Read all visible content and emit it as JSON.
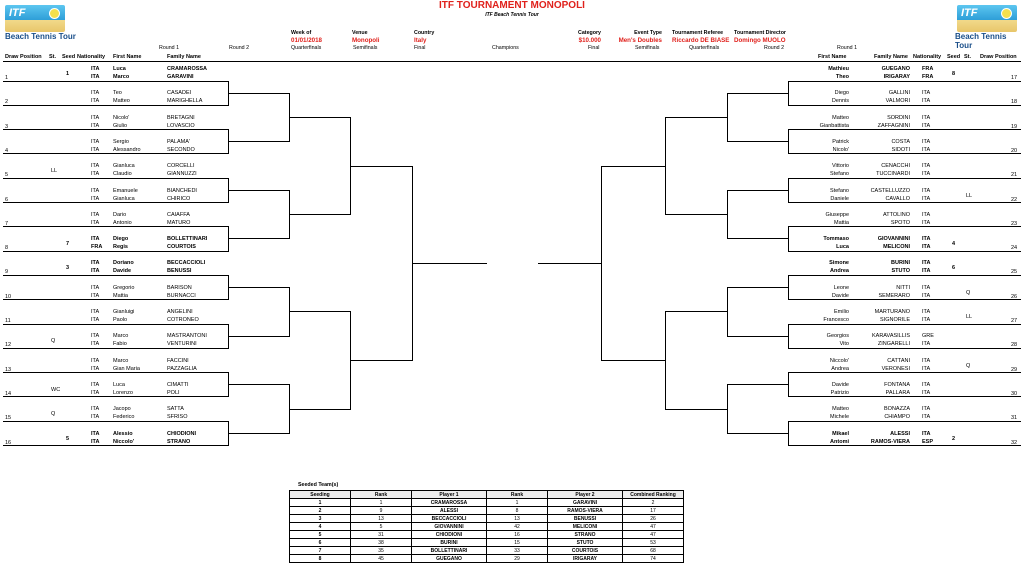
{
  "header": {
    "title": "ITF TOURNAMENT MONOPOLI",
    "subtitle": "ITF Beach Tennis Tour",
    "logo_text": "Beach Tennis Tour",
    "fields": [
      {
        "label": "Week of",
        "value": "01/01/2018"
      },
      {
        "label": "Venue",
        "value": "Monopoli"
      },
      {
        "label": "Country",
        "value": "Italy"
      },
      {
        "label": "Category",
        "value": "$10.000"
      },
      {
        "label": "Event Type",
        "value": "Men's Doubles"
      },
      {
        "label": "Tournament Referee",
        "value": "Riccardo DE BIASE"
      },
      {
        "label": "Tournament Director",
        "value": "Domingo MUOLO"
      }
    ],
    "rounds_left": [
      "Round 1",
      "Round 2",
      "Quarterfinals",
      "Semifinals",
      "Final",
      "Champions"
    ],
    "rounds_right": [
      "Final",
      "Semifinals",
      "Quarterfinals",
      "Round 2",
      "Round 1"
    ],
    "col_left": [
      "Draw Position",
      "St.",
      "Seed",
      "Nationality",
      "First Name",
      "Family Name"
    ],
    "col_right": [
      "First Name",
      "Family Name",
      "Nationality",
      "Seed",
      "St.",
      "Draw Position"
    ]
  },
  "left_draw": [
    {
      "pos": "1",
      "st": "",
      "seed": "1",
      "p": [
        [
          "ITA",
          "Luca",
          "CRAMAROSSA"
        ],
        [
          "ITA",
          "Marco",
          "GARAVINI"
        ]
      ],
      "bold": true
    },
    {
      "pos": "2",
      "st": "",
      "seed": "",
      "p": [
        [
          "ITA",
          "Teo",
          "CASADEI"
        ],
        [
          "ITA",
          "Matteo",
          "MARIGHELLA"
        ]
      ]
    },
    {
      "pos": "3",
      "st": "",
      "seed": "",
      "p": [
        [
          "ITA",
          "Nicolo'",
          "BRETAGNI"
        ],
        [
          "ITA",
          "Giulio",
          "LOVASCIO"
        ]
      ]
    },
    {
      "pos": "4",
      "st": "",
      "seed": "",
      "p": [
        [
          "ITA",
          "Sergio",
          "PALAMA'"
        ],
        [
          "ITA",
          "Alessandro",
          "SECONDO"
        ]
      ]
    },
    {
      "pos": "5",
      "st": "LL",
      "seed": "",
      "p": [
        [
          "ITA",
          "Gianluca",
          "CORCELLI"
        ],
        [
          "ITA",
          "Claudio",
          "GIANNUZZI"
        ]
      ]
    },
    {
      "pos": "6",
      "st": "",
      "seed": "",
      "p": [
        [
          "ITA",
          "Emanuele",
          "BIANCHEDI"
        ],
        [
          "ITA",
          "Gianluca",
          "CHIRICO"
        ]
      ]
    },
    {
      "pos": "7",
      "st": "",
      "seed": "",
      "p": [
        [
          "ITA",
          "Dario",
          "CAIAFFA"
        ],
        [
          "ITA",
          "Antonio",
          "MATURO"
        ]
      ]
    },
    {
      "pos": "8",
      "st": "",
      "seed": "7",
      "p": [
        [
          "ITA",
          "Diego",
          "BOLLETTINARI"
        ],
        [
          "FRA",
          "Regis",
          "COURTOIS"
        ]
      ],
      "bold": true
    },
    {
      "pos": "9",
      "st": "",
      "seed": "3",
      "p": [
        [
          "ITA",
          "Doriano",
          "BECCACCIOLI"
        ],
        [
          "ITA",
          "Davide",
          "BENUSSI"
        ]
      ],
      "bold": true
    },
    {
      "pos": "10",
      "st": "",
      "seed": "",
      "p": [
        [
          "ITA",
          "Gregorio",
          "BARISON"
        ],
        [
          "ITA",
          "Mattia",
          "BURNACCI"
        ]
      ]
    },
    {
      "pos": "11",
      "st": "",
      "seed": "",
      "p": [
        [
          "ITA",
          "Gianluigi",
          "ANGELINI"
        ],
        [
          "ITA",
          "Paolo",
          "COTRONEO"
        ]
      ]
    },
    {
      "pos": "12",
      "st": "Q",
      "seed": "",
      "p": [
        [
          "ITA",
          "Marco",
          "MASTRANTONI"
        ],
        [
          "ITA",
          "Fabio",
          "VENTURINI"
        ]
      ]
    },
    {
      "pos": "13",
      "st": "",
      "seed": "",
      "p": [
        [
          "ITA",
          "Marco",
          "FACCINI"
        ],
        [
          "ITA",
          "Gian Maria",
          "PAZZAGLIA"
        ]
      ]
    },
    {
      "pos": "14",
      "st": "WC",
      "seed": "",
      "p": [
        [
          "ITA",
          "Luca",
          "CIMATTI"
        ],
        [
          "ITA",
          "Lorenzo",
          "POLI"
        ]
      ]
    },
    {
      "pos": "15",
      "st": "Q",
      "seed": "",
      "p": [
        [
          "ITA",
          "Jacopo",
          "SATTA"
        ],
        [
          "ITA",
          "Federico",
          "SFRISO"
        ]
      ]
    },
    {
      "pos": "16",
      "st": "",
      "seed": "5",
      "p": [
        [
          "ITA",
          "Alessio",
          "CHIODIONI"
        ],
        [
          "ITA",
          "Niccolo'",
          "STRANO"
        ]
      ],
      "bold": true
    }
  ],
  "right_draw": [
    {
      "pos": "17",
      "st": "",
      "seed": "8",
      "p": [
        [
          "Mathieu",
          "GUEGANO",
          "FRA"
        ],
        [
          "Theo",
          "IRIGARAY",
          "FRA"
        ]
      ],
      "bold": true
    },
    {
      "pos": "18",
      "st": "",
      "seed": "",
      "p": [
        [
          "Diego",
          "GALLINI",
          "ITA"
        ],
        [
          "Dennis",
          "VALMORI",
          "ITA"
        ]
      ]
    },
    {
      "pos": "19",
      "st": "",
      "seed": "",
      "p": [
        [
          "Matteo",
          "SORDINI",
          "ITA"
        ],
        [
          "Gianbattista",
          "ZAFFAGNINI",
          "ITA"
        ]
      ]
    },
    {
      "pos": "20",
      "st": "",
      "seed": "",
      "p": [
        [
          "Patrick",
          "COSTA",
          "ITA"
        ],
        [
          "Nicolo'",
          "SIDOTI",
          "ITA"
        ]
      ]
    },
    {
      "pos": "21",
      "st": "",
      "seed": "",
      "p": [
        [
          "Vittorio",
          "CENACCHI",
          "ITA"
        ],
        [
          "Stefano",
          "TUCCINARDI",
          "ITA"
        ]
      ]
    },
    {
      "pos": "22",
      "st": "LL",
      "seed": "",
      "p": [
        [
          "Stefano",
          "CASTELLUZZO",
          "ITA"
        ],
        [
          "Daniele",
          "CAVALLO",
          "ITA"
        ]
      ]
    },
    {
      "pos": "23",
      "st": "",
      "seed": "",
      "p": [
        [
          "Giuseppe",
          "ATTOLINO",
          "ITA"
        ],
        [
          "Mattia",
          "SPOTO",
          "ITA"
        ]
      ]
    },
    {
      "pos": "24",
      "st": "",
      "seed": "4",
      "p": [
        [
          "Tommaso",
          "GIOVANNINI",
          "ITA"
        ],
        [
          "Luca",
          "MELICONI",
          "ITA"
        ]
      ],
      "bold": true
    },
    {
      "pos": "25",
      "st": "",
      "seed": "6",
      "p": [
        [
          "Simone",
          "BURINI",
          "ITA"
        ],
        [
          "Andrea",
          "STUTO",
          "ITA"
        ]
      ],
      "bold": true
    },
    {
      "pos": "26",
      "st": "Q",
      "seed": "",
      "p": [
        [
          "Leone",
          "NITTI",
          "ITA"
        ],
        [
          "Davide",
          "SEMERARO",
          "ITA"
        ]
      ]
    },
    {
      "pos": "27",
      "st": "LL",
      "seed": "",
      "p": [
        [
          "Emilio",
          "MARTURANO",
          "ITA"
        ],
        [
          "Francesco",
          "SIGNORILE",
          "ITA"
        ]
      ]
    },
    {
      "pos": "28",
      "st": "",
      "seed": "",
      "p": [
        [
          "Georgios",
          "KARAVASILLIS",
          "GRE"
        ],
        [
          "Vito",
          "ZINGARELLI",
          "ITA"
        ]
      ]
    },
    {
      "pos": "29",
      "st": "Q",
      "seed": "",
      "p": [
        [
          "Niccolo'",
          "CATTANI",
          "ITA"
        ],
        [
          "Andrea",
          "VERONESI",
          "ITA"
        ]
      ]
    },
    {
      "pos": "30",
      "st": "",
      "seed": "",
      "p": [
        [
          "Davide",
          "FONTANA",
          "ITA"
        ],
        [
          "Patrizio",
          "PALLARA",
          "ITA"
        ]
      ]
    },
    {
      "pos": "31",
      "st": "",
      "seed": "",
      "p": [
        [
          "Matteo",
          "BONAZZA",
          "ITA"
        ],
        [
          "Michele",
          "CHIAMPO",
          "ITA"
        ]
      ]
    },
    {
      "pos": "32",
      "st": "",
      "seed": "2",
      "p": [
        [
          "Mikael",
          "ALESSI",
          "ITA"
        ],
        [
          "Antomi",
          "RAMOS-VIERA",
          "ESP"
        ]
      ],
      "bold": true
    }
  ],
  "seeded": {
    "title": "Seeded Team(s)",
    "headers": [
      "Seeding",
      "Rank",
      "Player 1",
      "Rank",
      "Player 2",
      "Combined Ranking"
    ],
    "rows": [
      [
        "1",
        "1",
        "CRAMAROSSA",
        "1",
        "GARAVINI",
        "2"
      ],
      [
        "2",
        "9",
        "ALESSI",
        "8",
        "RAMOS-VIERA",
        "17"
      ],
      [
        "3",
        "13",
        "BECCACCIOLI",
        "13",
        "BENUSSI",
        "26"
      ],
      [
        "4",
        "5",
        "GIOVANNINI",
        "42",
        "MELICONI",
        "47"
      ],
      [
        "5",
        "31",
        "CHIODIONI",
        "16",
        "STRANO",
        "47"
      ],
      [
        "6",
        "38",
        "BURINI",
        "15",
        "STUTO",
        "53"
      ],
      [
        "7",
        "35",
        "BOLLETTINARI",
        "33",
        "COURTOIS",
        "68"
      ],
      [
        "8",
        "45",
        "GUEGANO",
        "29",
        "IRIGARAY",
        "74"
      ]
    ]
  }
}
